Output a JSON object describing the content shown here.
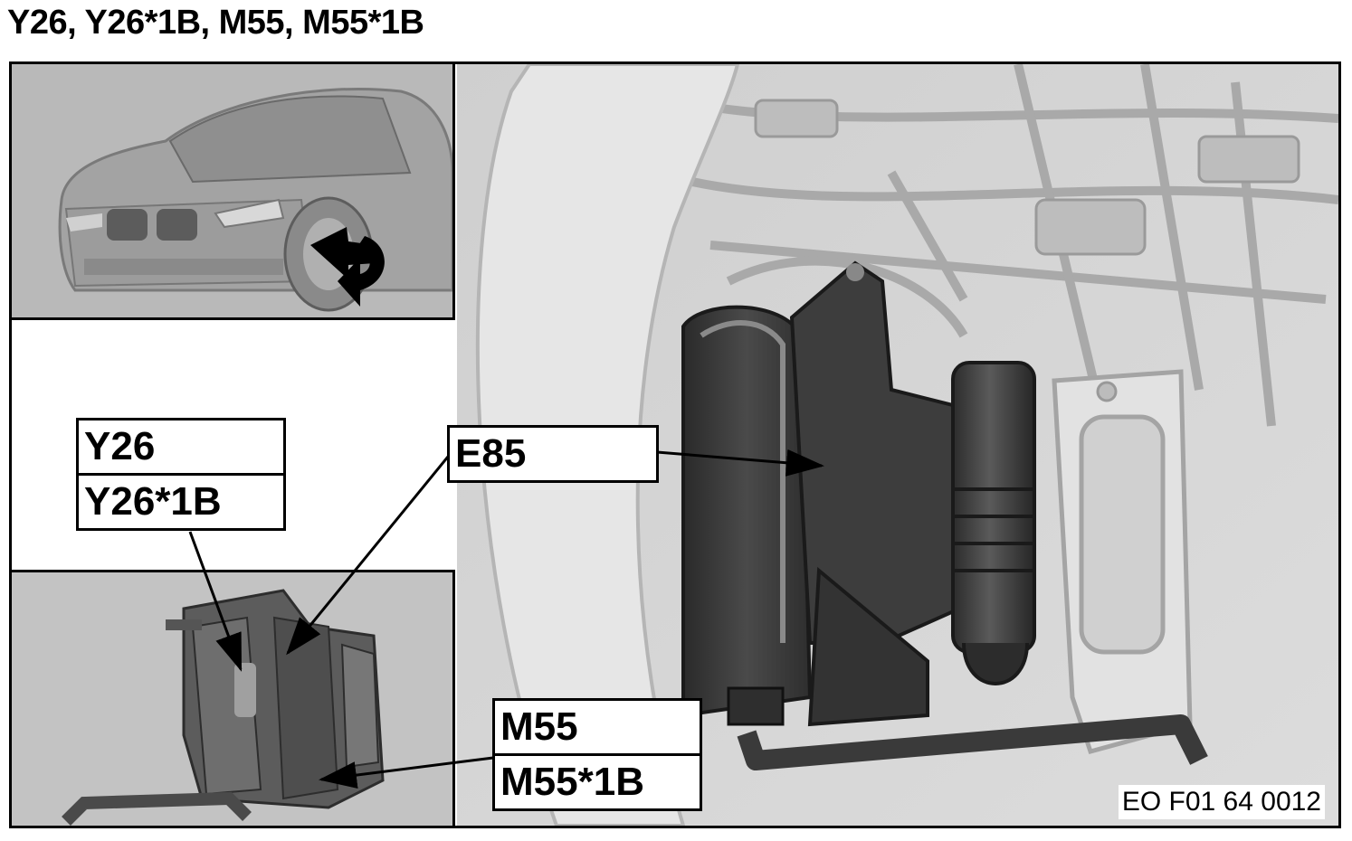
{
  "title": "Y26, Y26*1B, M55, M55*1B",
  "labels": {
    "y26": [
      "Y26",
      "Y26*1B"
    ],
    "e85": [
      "E85"
    ],
    "m55": [
      "M55",
      "M55*1B"
    ]
  },
  "figure_code": "EO F01 64 0012"
}
